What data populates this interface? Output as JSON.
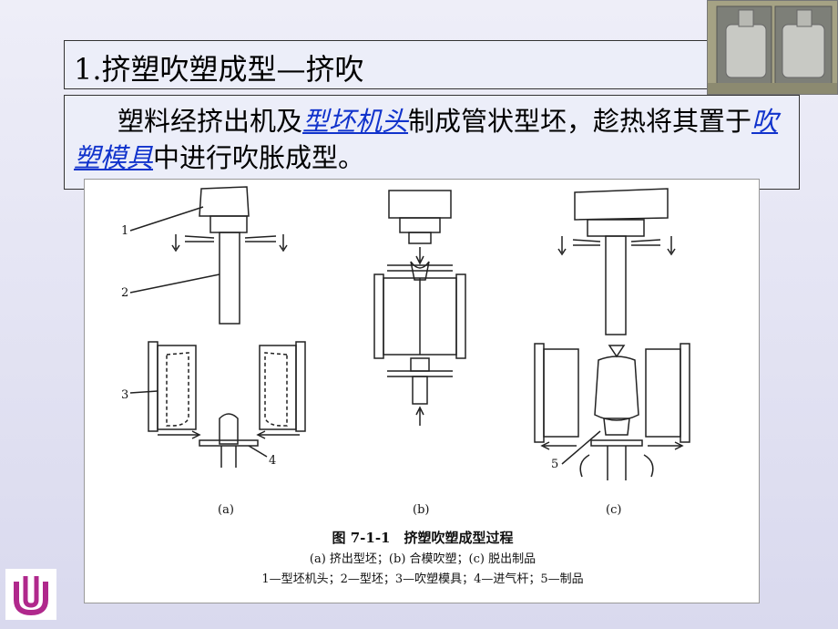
{
  "title": "1.挤塑吹塑成型—挤吹",
  "description": {
    "part1": "塑料经挤出机及",
    "link1": "型坯机头",
    "part2": "制成管状型坯，趁热将其置于",
    "link2": "吹塑模具",
    "part3": "中进行吹胀成型。"
  },
  "photo_icon": "mold-photo",
  "logo_icon": "school-logo",
  "figure": {
    "labels": [
      "1",
      "2",
      "3",
      "4",
      "5"
    ],
    "panels": [
      "(a)",
      "(b)",
      "(c)"
    ],
    "caption": "图 7-1-1　挤塑吹塑成型过程",
    "subcaption": "(a) 挤出型坯；(b) 合模吹塑；(c) 脱出制品",
    "legend": "1—型坯机头；2—型坯；3—吹塑模具；4—进气杆；5—制品"
  },
  "colors": {
    "link": "#1133cc",
    "background": "#dcdcf0"
  }
}
